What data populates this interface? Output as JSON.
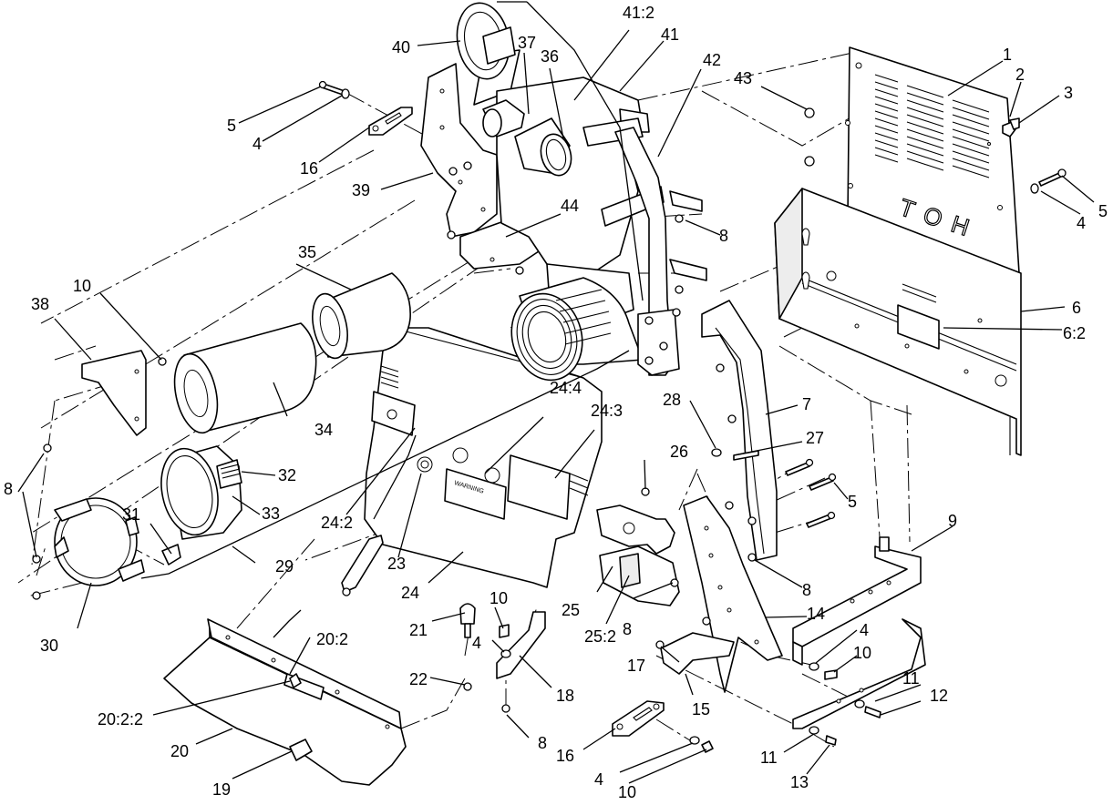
{
  "callouts": [
    {
      "id": "c1",
      "text": "1"
    },
    {
      "id": "c2",
      "text": "2"
    },
    {
      "id": "c3",
      "text": "3"
    },
    {
      "id": "c4a",
      "text": "4"
    },
    {
      "id": "c4b",
      "text": "4"
    },
    {
      "id": "c4c",
      "text": "4"
    },
    {
      "id": "c4d",
      "text": "4"
    },
    {
      "id": "c4e",
      "text": "4"
    },
    {
      "id": "c5a",
      "text": "5"
    },
    {
      "id": "c5b",
      "text": "5"
    },
    {
      "id": "c5c",
      "text": "5"
    },
    {
      "id": "c6",
      "text": "6"
    },
    {
      "id": "c6_2",
      "text": "6:2"
    },
    {
      "id": "c7",
      "text": "7"
    },
    {
      "id": "c8a",
      "text": "8"
    },
    {
      "id": "c8b",
      "text": "8"
    },
    {
      "id": "c8c",
      "text": "8"
    },
    {
      "id": "c8d",
      "text": "8"
    },
    {
      "id": "c8e",
      "text": "8"
    },
    {
      "id": "c9",
      "text": "9"
    },
    {
      "id": "c10a",
      "text": "10"
    },
    {
      "id": "c10b",
      "text": "10"
    },
    {
      "id": "c10c",
      "text": "10"
    },
    {
      "id": "c10d",
      "text": "10"
    },
    {
      "id": "c11a",
      "text": "11"
    },
    {
      "id": "c11b",
      "text": "11"
    },
    {
      "id": "c12",
      "text": "12"
    },
    {
      "id": "c13",
      "text": "13"
    },
    {
      "id": "c14",
      "text": "14"
    },
    {
      "id": "c15",
      "text": "15"
    },
    {
      "id": "c16a",
      "text": "16"
    },
    {
      "id": "c16b",
      "text": "16"
    },
    {
      "id": "c17",
      "text": "17"
    },
    {
      "id": "c18",
      "text": "18"
    },
    {
      "id": "c19",
      "text": "19"
    },
    {
      "id": "c20",
      "text": "20"
    },
    {
      "id": "c20_2",
      "text": "20:2"
    },
    {
      "id": "c20_2_2",
      "text": "20:2:2"
    },
    {
      "id": "c21",
      "text": "21"
    },
    {
      "id": "c22",
      "text": "22"
    },
    {
      "id": "c23",
      "text": "23"
    },
    {
      "id": "c24",
      "text": "24"
    },
    {
      "id": "c24_2",
      "text": "24:2"
    },
    {
      "id": "c24_3",
      "text": "24:3"
    },
    {
      "id": "c24_4",
      "text": "24:4"
    },
    {
      "id": "c25",
      "text": "25"
    },
    {
      "id": "c25_2",
      "text": "25:2"
    },
    {
      "id": "c26",
      "text": "26"
    },
    {
      "id": "c27",
      "text": "27"
    },
    {
      "id": "c28",
      "text": "28"
    },
    {
      "id": "c29",
      "text": "29"
    },
    {
      "id": "c30",
      "text": "30"
    },
    {
      "id": "c31",
      "text": "31"
    },
    {
      "id": "c32",
      "text": "32"
    },
    {
      "id": "c33",
      "text": "33"
    },
    {
      "id": "c34",
      "text": "34"
    },
    {
      "id": "c35",
      "text": "35"
    },
    {
      "id": "c36",
      "text": "36"
    },
    {
      "id": "c37",
      "text": "37"
    },
    {
      "id": "c38",
      "text": "38"
    },
    {
      "id": "c39",
      "text": "39"
    },
    {
      "id": "c40",
      "text": "40"
    },
    {
      "id": "c41",
      "text": "41"
    },
    {
      "id": "c41_2",
      "text": "41:2"
    },
    {
      "id": "c42",
      "text": "42"
    },
    {
      "id": "c43",
      "text": "43"
    },
    {
      "id": "c44",
      "text": "44"
    }
  ],
  "panel_lettering": "TOH"
}
